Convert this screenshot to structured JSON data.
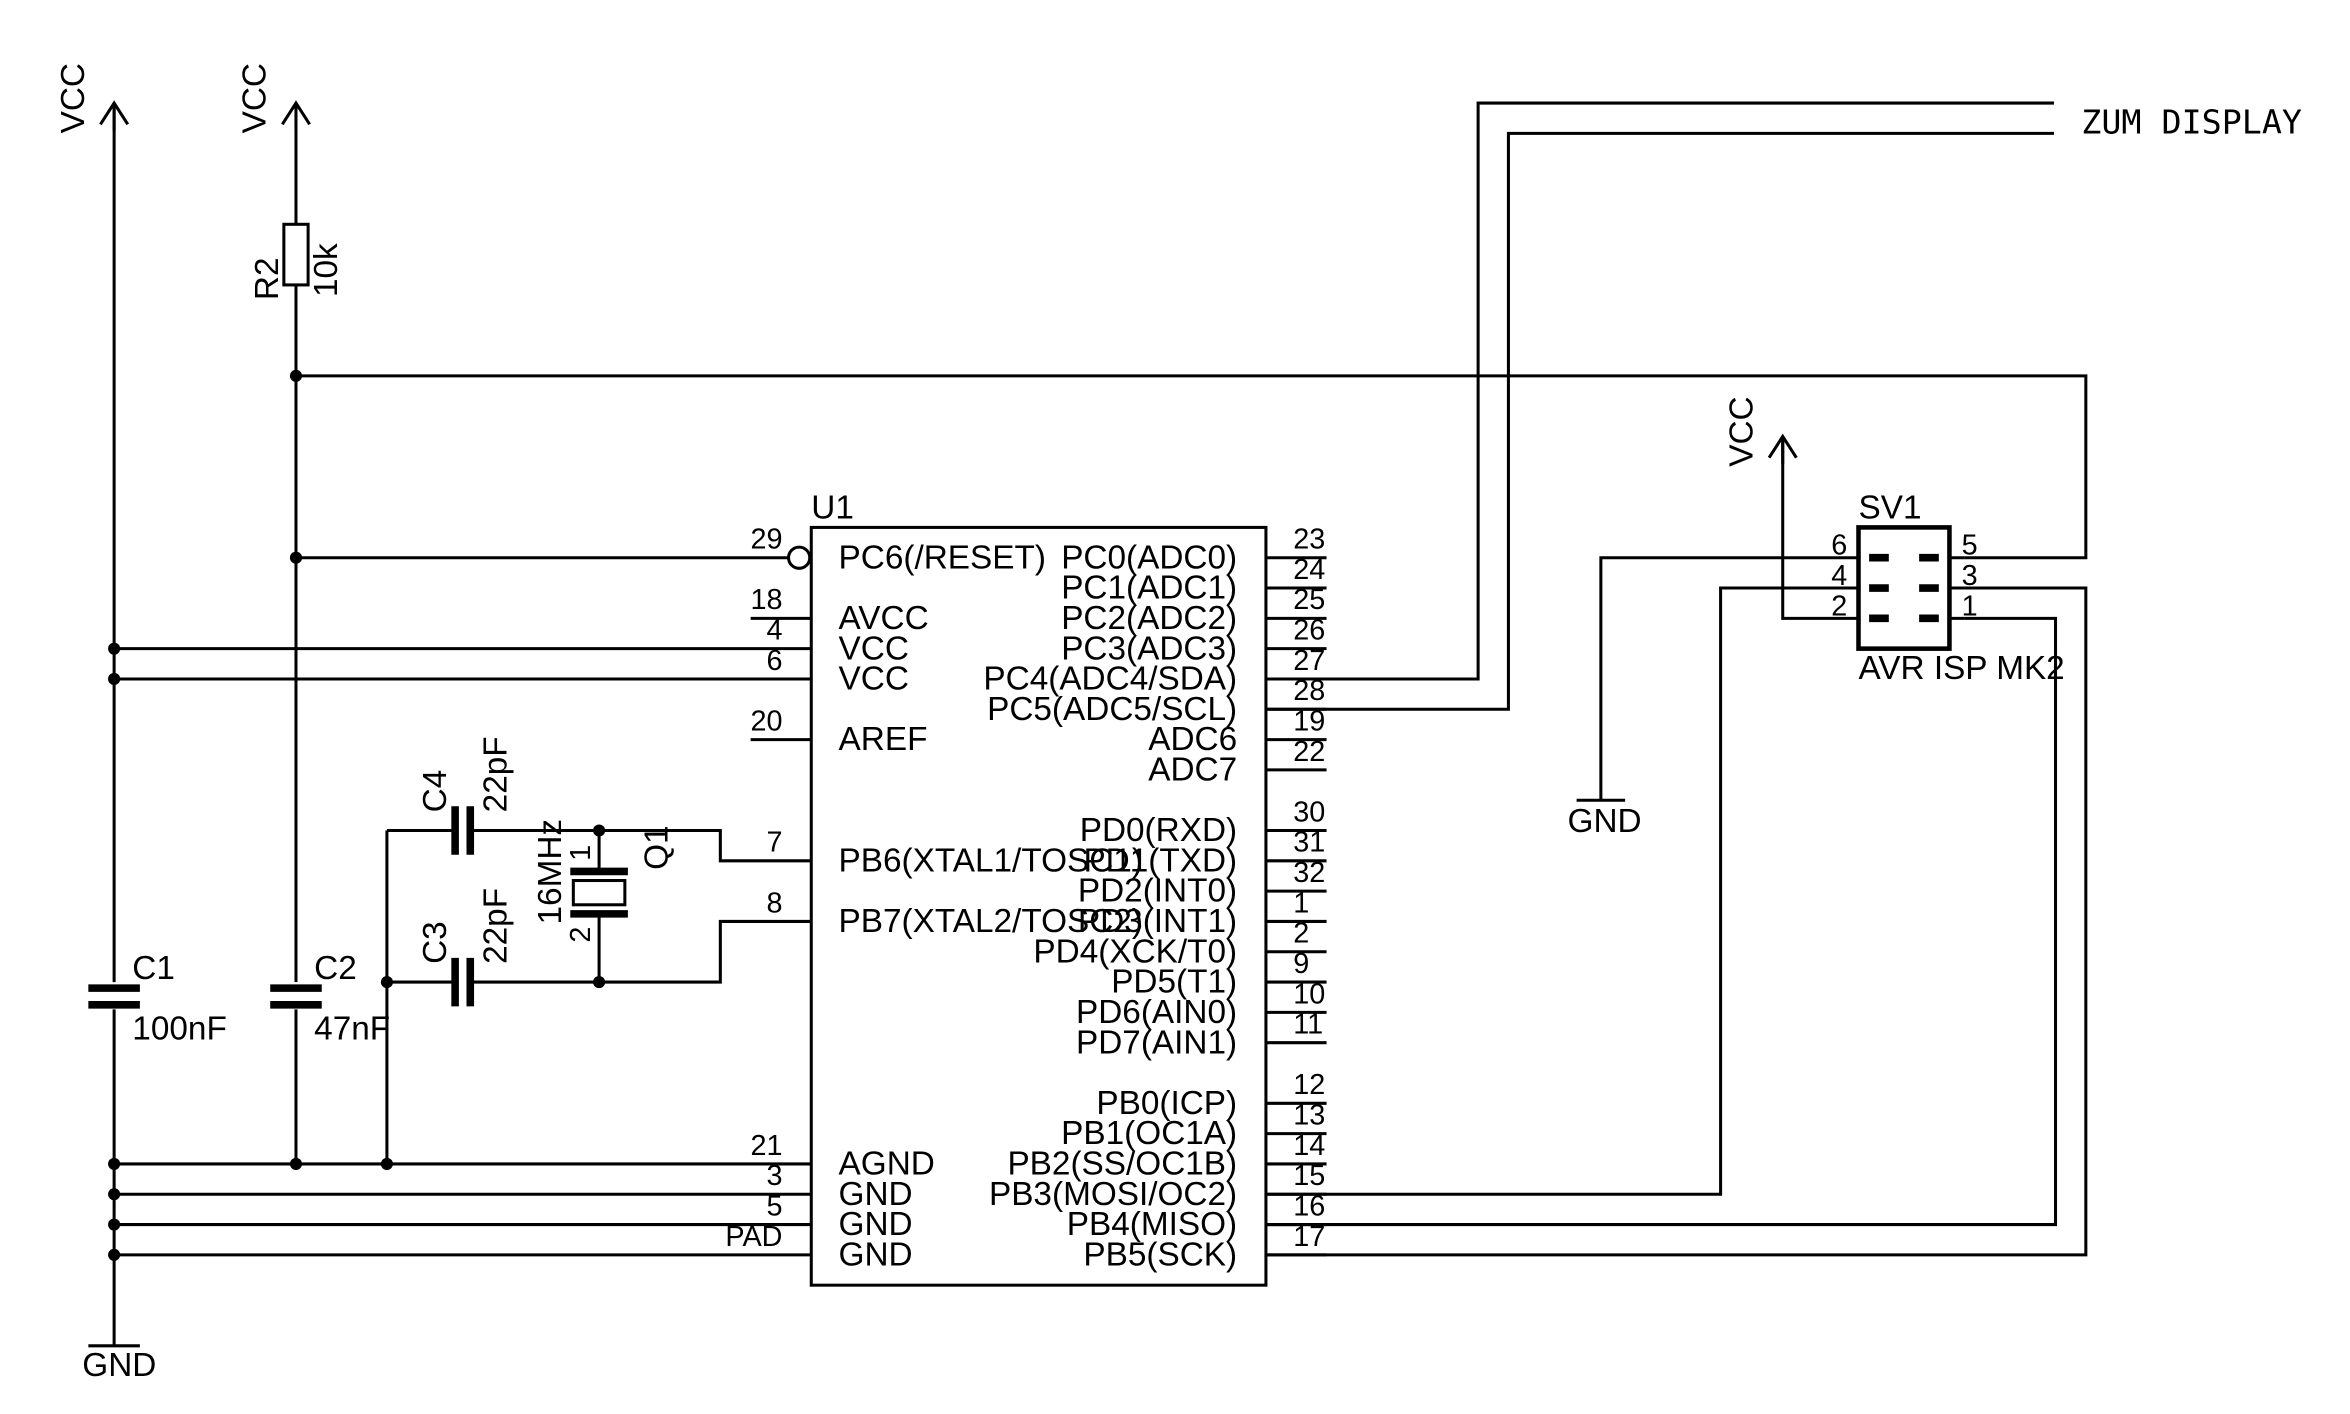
{
  "power": {
    "vcc_label": "VCC",
    "gnd_label": "GND"
  },
  "components": {
    "r2": {
      "ref": "R2",
      "value": "10k"
    },
    "c1": {
      "ref": "C1",
      "value": "100nF"
    },
    "c2": {
      "ref": "C2",
      "value": "47nF"
    },
    "c3": {
      "ref": "C3",
      "value": "22pF"
    },
    "c4": {
      "ref": "C4",
      "value": "22pF"
    },
    "q1": {
      "ref": "Q1",
      "value": "16MHz",
      "pin1": "1",
      "pin2": "2"
    },
    "u1": {
      "ref": "U1"
    },
    "sv1": {
      "ref": "SV1",
      "value": "AVR ISP MK2"
    }
  },
  "u1_left_pins": [
    {
      "num": "29",
      "name": "PC6(/RESET)"
    },
    {
      "num": "18",
      "name": "AVCC"
    },
    {
      "num": "4",
      "name": "VCC"
    },
    {
      "num": "6",
      "name": "VCC"
    },
    {
      "num": "20",
      "name": "AREF"
    },
    {
      "num": "7",
      "name": "PB6(XTAL1/TOSC1)"
    },
    {
      "num": "8",
      "name": "PB7(XTAL2/TOSC2)"
    },
    {
      "num": "21",
      "name": "AGND"
    },
    {
      "num": "3",
      "name": "GND"
    },
    {
      "num": "5",
      "name": "GND"
    },
    {
      "num": "PAD",
      "name": "GND"
    }
  ],
  "u1_right_pins": [
    {
      "num": "23",
      "name": "PC0(ADC0)"
    },
    {
      "num": "24",
      "name": "PC1(ADC1)"
    },
    {
      "num": "25",
      "name": "PC2(ADC2)"
    },
    {
      "num": "26",
      "name": "PC3(ADC3)"
    },
    {
      "num": "27",
      "name": "PC4(ADC4/SDA)"
    },
    {
      "num": "28",
      "name": "PC5(ADC5/SCL)"
    },
    {
      "num": "19",
      "name": "ADC6"
    },
    {
      "num": "22",
      "name": "ADC7"
    },
    {
      "num": "30",
      "name": "PD0(RXD)"
    },
    {
      "num": "31",
      "name": "PD1(TXD)"
    },
    {
      "num": "32",
      "name": "PD2(INT0)"
    },
    {
      "num": "1",
      "name": "PD3(INT1)"
    },
    {
      "num": "2",
      "name": "PD4(XCK/T0)"
    },
    {
      "num": "9",
      "name": "PD5(T1)"
    },
    {
      "num": "10",
      "name": "PD6(AIN0)"
    },
    {
      "num": "11",
      "name": "PD7(AIN1)"
    },
    {
      "num": "12",
      "name": "PB0(ICP)"
    },
    {
      "num": "13",
      "name": "PB1(OC1A)"
    },
    {
      "num": "14",
      "name": "PB2(SS/OC1B)"
    },
    {
      "num": "15",
      "name": "PB3(MOSI/OC2)"
    },
    {
      "num": "16",
      "name": "PB4(MISO)"
    },
    {
      "num": "17",
      "name": "PB5(SCK)"
    }
  ],
  "sv1_pins": [
    {
      "num": "6"
    },
    {
      "num": "5"
    },
    {
      "num": "4"
    },
    {
      "num": "3"
    },
    {
      "num": "2"
    },
    {
      "num": "1"
    }
  ],
  "display_label": "ZUM DISPLAY"
}
